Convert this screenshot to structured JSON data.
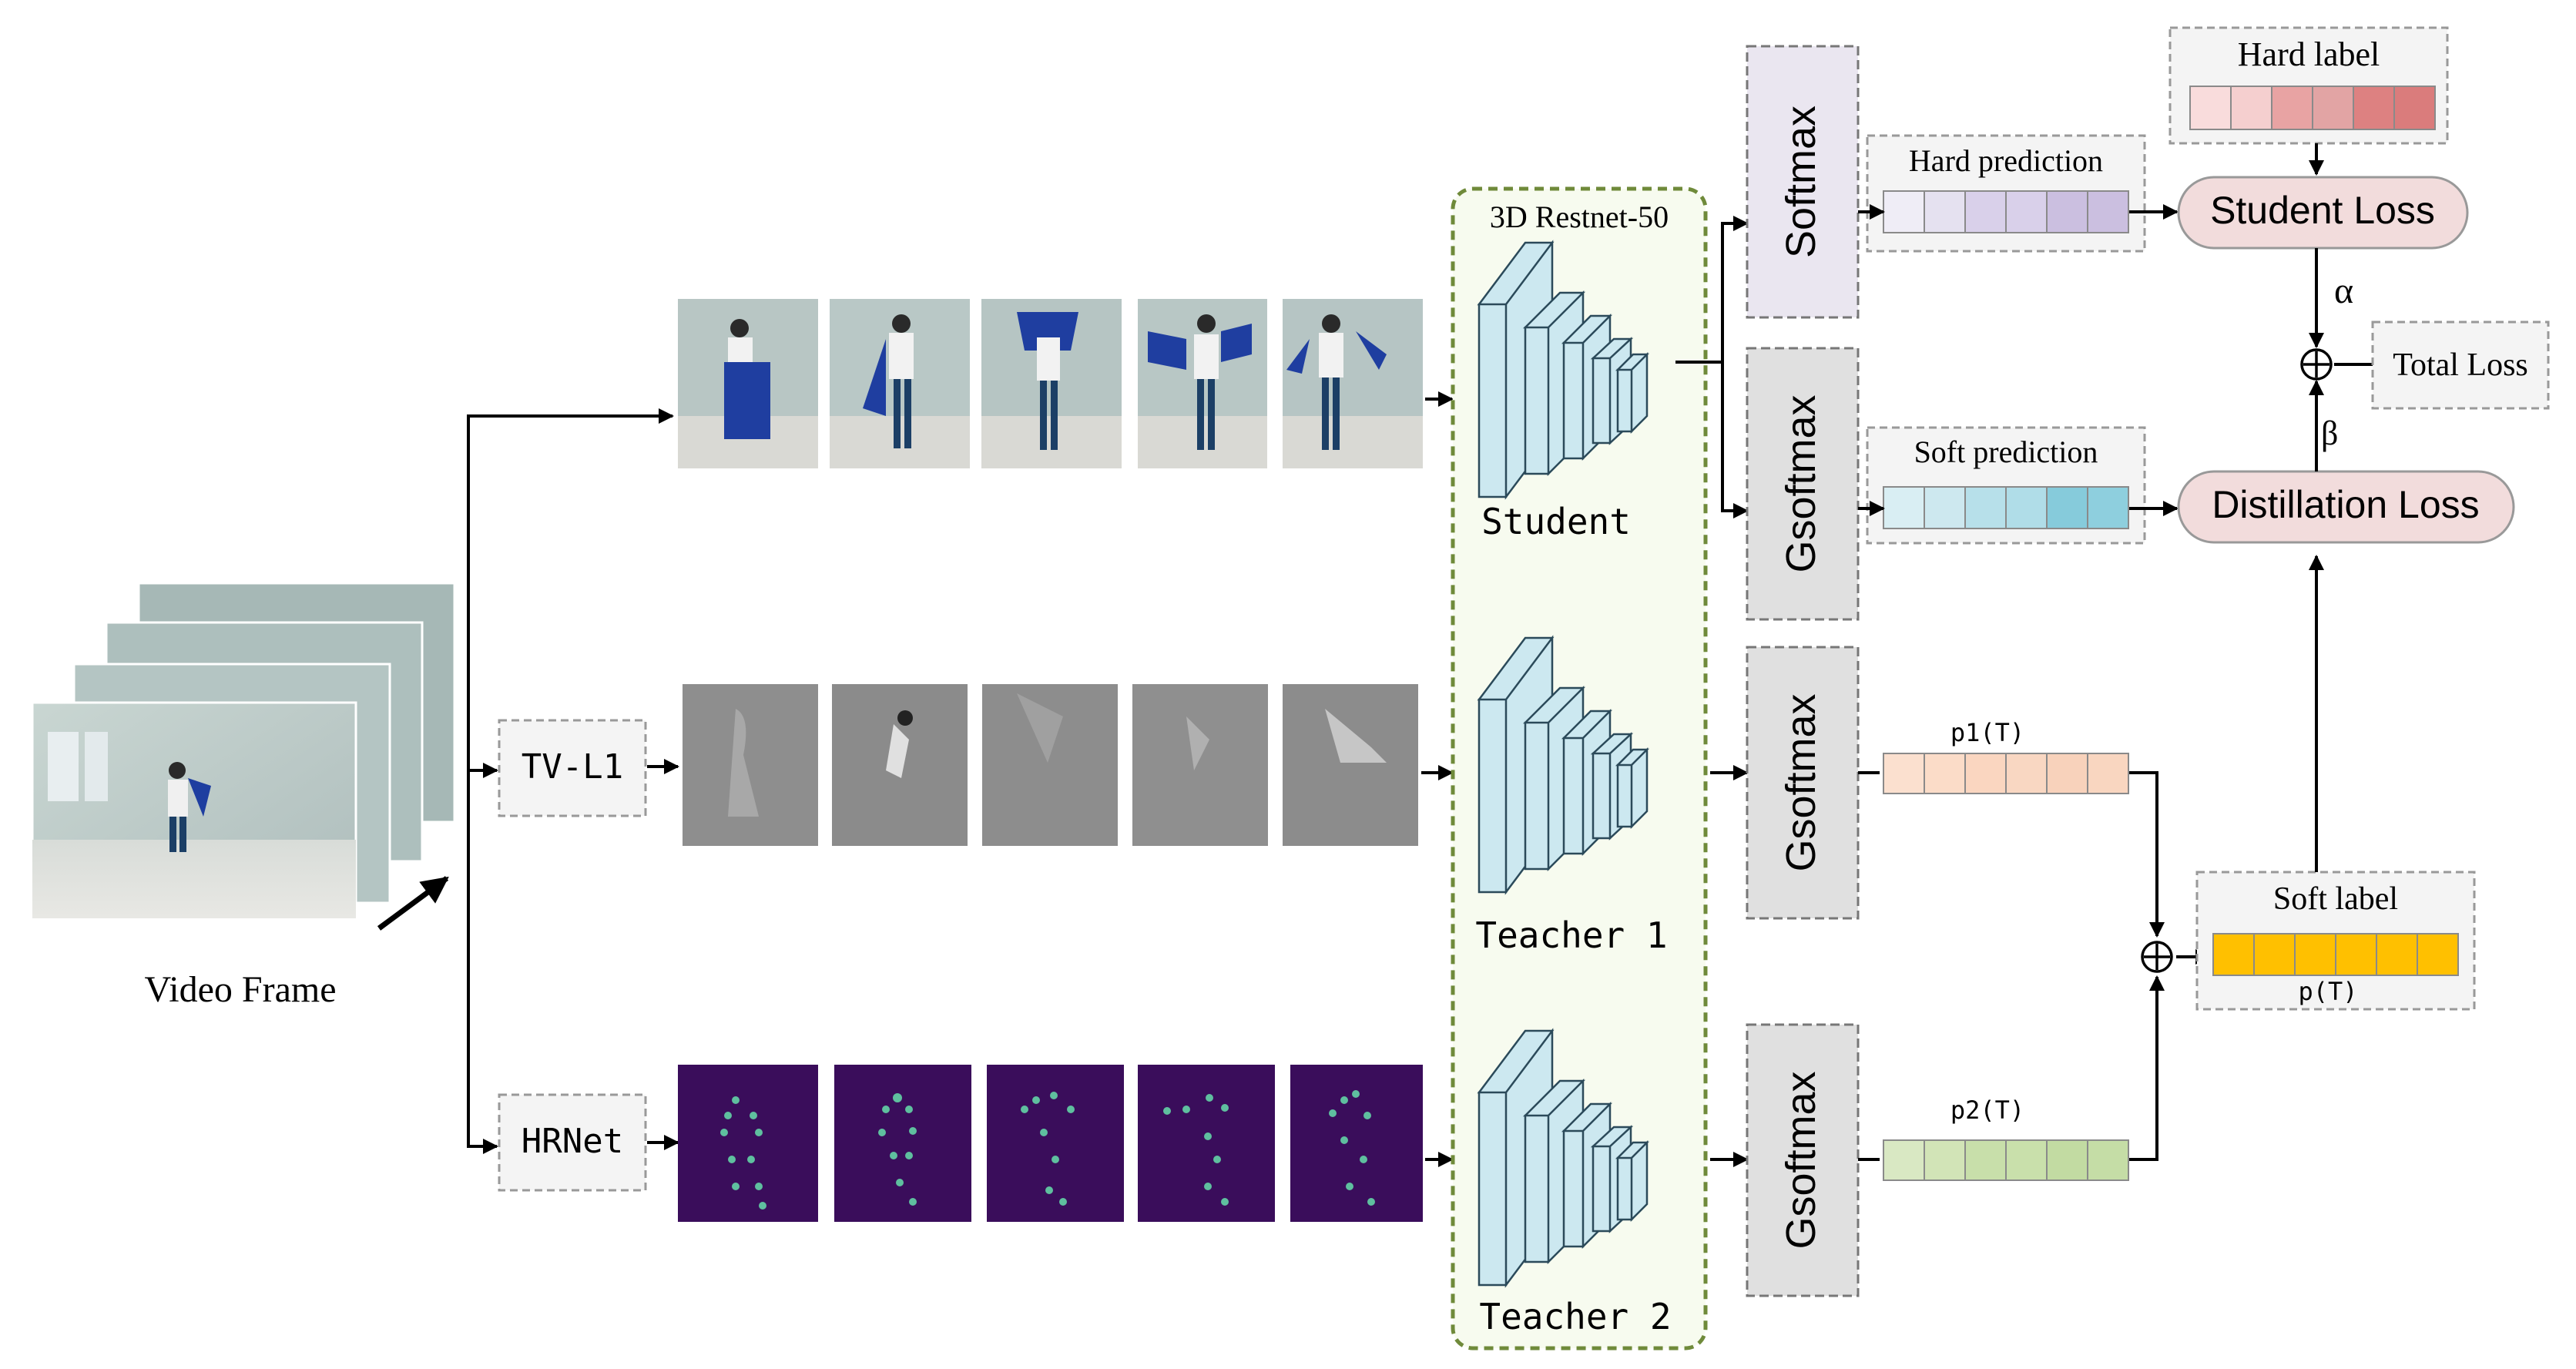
{
  "input": {
    "caption": "Video Frame"
  },
  "preprocess": {
    "tvl1": "TV-L1",
    "hrnet": "HRNet"
  },
  "backbone": {
    "title": "3D Restnet-50",
    "student": "Student",
    "teacher1": "Teacher 1",
    "teacher2": "Teacher 2"
  },
  "heads": {
    "softmax": "Softmax",
    "gsoftmax_student": "Gsoftmax",
    "gsoftmax_t1": "Gsoftmax",
    "gsoftmax_t2": "Gsoftmax"
  },
  "predictions": {
    "hard_prediction": "Hard prediction",
    "soft_prediction": "Soft prediction",
    "p1": "p1(T)",
    "p2": "p2(T)",
    "hard_label": "Hard label",
    "soft_label": "Soft label",
    "pT": "p(T)"
  },
  "losses": {
    "student": "Student Loss",
    "distillation": "Distillation Loss",
    "total": "Total Loss",
    "alpha": "α",
    "beta": "β"
  },
  "colors": {
    "hard_label": [
      "#f9dcdc",
      "#f5cfcf",
      "#e8a3a3",
      "#e2a4a4",
      "#dd8181",
      "#da7c7c"
    ],
    "hard_prediction": [
      "#efedf6",
      "#e5e1f0",
      "#d9d0ea",
      "#d9d0ea",
      "#cbbfe0",
      "#cbbfe0"
    ],
    "soft_prediction": [
      "#d9eef3",
      "#cde8ef",
      "#b7e0ea",
      "#b0dde8",
      "#86cbdb",
      "#8ecfde"
    ],
    "p1": [
      "#fbe0cf",
      "#fbdcc8",
      "#fad6c0",
      "#f9d7c2",
      "#f8d2bb",
      "#f9d6c0"
    ],
    "p2": [
      "#d9e8c3",
      "#d2e4b7",
      "#c8dfaa",
      "#c9e0ab",
      "#c2dba2",
      "#c5dda6"
    ],
    "soft_label": [
      "#ffc000",
      "#ffc000",
      "#ffc000",
      "#ffc000",
      "#ffc000",
      "#ffc000"
    ],
    "head_fill": "#e0e0e0",
    "head_fill_softmax": "#eae6f0",
    "loss_fill": "#f2dcdc",
    "backbone_border": "#6f8a3a",
    "block_fill": "#cce8f0",
    "block_stroke": "#2b4a5a"
  },
  "icons": {
    "input_arrow": "arrow-up-right-icon",
    "sum": "circled-plus-icon"
  }
}
